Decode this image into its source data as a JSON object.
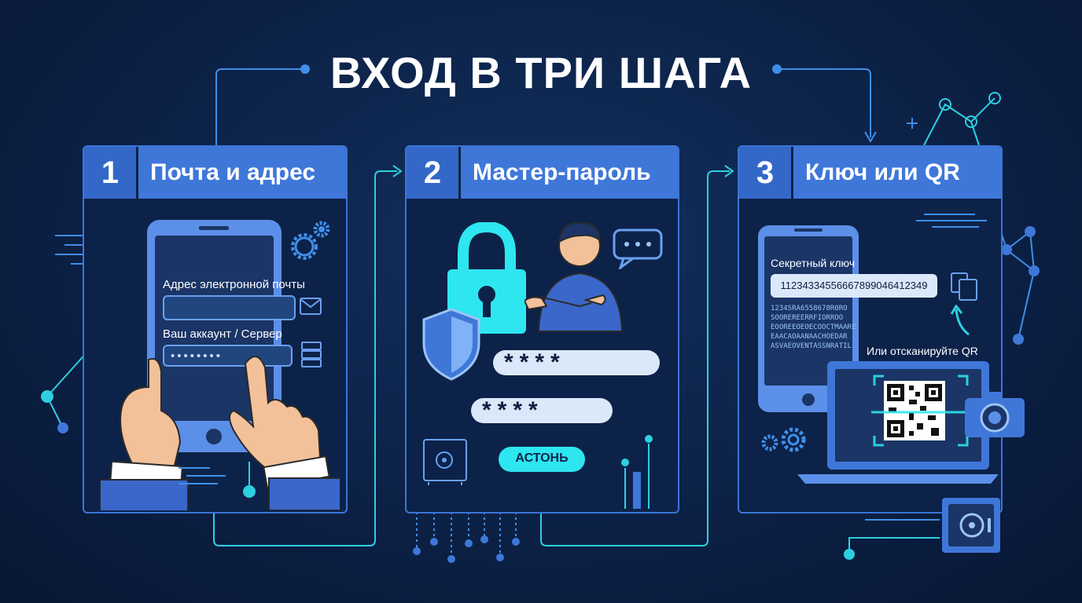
{
  "title": "ВХОД В ТРИ ШАГА",
  "colors": {
    "background": "#0b1d3b",
    "accent": "#3f77d9",
    "cyan": "#2ee6f0"
  },
  "steps": [
    {
      "number": "1",
      "label": "Почта и адрес",
      "email_label": "Адрес электронной почты",
      "account_label": "Ваш аккаунт / Сервер",
      "password_mask": "••••••••",
      "icons": [
        "phone-icon",
        "mail-icon",
        "server-icon",
        "gears-icon",
        "hands-icon"
      ]
    },
    {
      "number": "2",
      "label": "Мастер-пароль",
      "password_mask_1": "****",
      "password_mask_2": "****",
      "button_label": "АСТОНЬ",
      "icons": [
        "padlock-icon",
        "shield-icon",
        "person-icon",
        "chat-bubble-icon",
        "safe-icon"
      ]
    },
    {
      "number": "3",
      "label": "Ключ или QR",
      "secret_key_label": "Секретный ключ",
      "secret_key_value": "11234334556667899046412349",
      "code_lines": [
        "1234SRA6558678R0RO",
        "SOOREREERRFIORROO",
        "EOOREEOEOECOOCTMAARE",
        "EAACAOAANAACHOEDAR",
        "ASVAEOVENTASSNRATIL"
      ],
      "qr_prompt": "Или отсканируйте QR",
      "icons": [
        "phone-icon",
        "copy-icon",
        "laptop-icon",
        "qr-code-icon",
        "camera-icon",
        "gears-icon"
      ]
    }
  ]
}
